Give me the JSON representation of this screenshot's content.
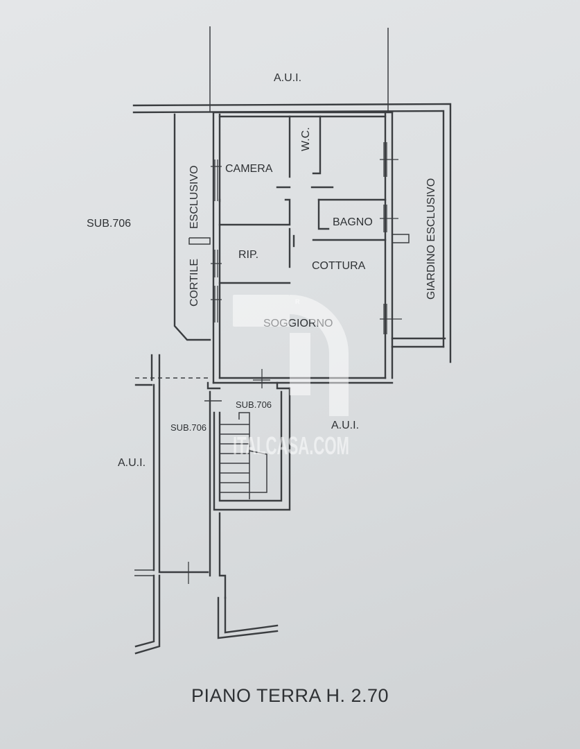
{
  "plan": {
    "title": "PIANO TERRA H. 2.70",
    "rooms": {
      "camera": "CAMERA",
      "wc": "W.C.",
      "bagno": "BAGNO",
      "rip": "RIP.",
      "cottura": "COTTURA",
      "soggiorno": "SOGGIORNO"
    },
    "areas": {
      "aui_top": "A.U.I.",
      "aui_left": "A.U.I.",
      "aui_stair": "A.U.I.",
      "sub_left": "SUB.706",
      "sub_stair_top": "SUB.706",
      "sub_stair_left": "SUB.706",
      "cortile": "CORTILE",
      "cortile_esclusivo": "ESCLUSIVO",
      "giardino": "GIARDINO ESCLUSIVO"
    },
    "watermark": {
      "text": "ITALCASA.COM",
      "registered": "R"
    }
  }
}
